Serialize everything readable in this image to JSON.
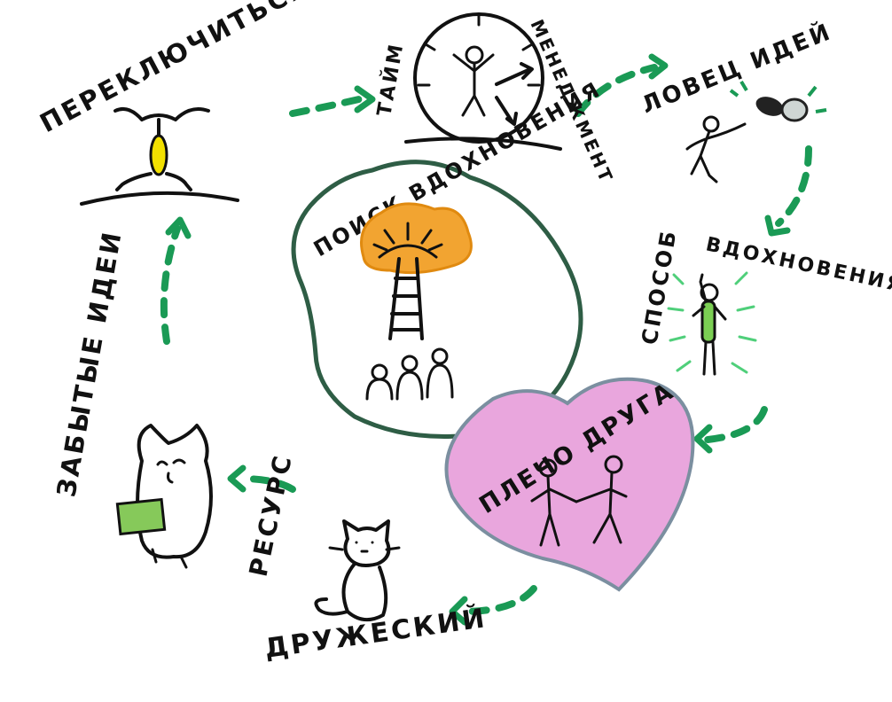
{
  "nodes": {
    "switch": "ПЕРЕКЛЮЧИТЬСЯ",
    "time_mgmt_a": "ТАЙМ",
    "time_mgmt_b": "МЕНЕДЖМЕНТ",
    "idea_catcher": "ЛОВЕЦ ИДЕЙ",
    "search_inspiration_a": "ПОИСК ВДОХНОВЕНИЯ",
    "way_a": "СПОСОБ",
    "way_b": "ВДОХНОВЕНИЯ",
    "shoulder": "ПЛЕЧО ДРУГА",
    "forgotten": "ЗАБЫТЫЕ ИДЕИ",
    "resource_a": "РЕСУРС",
    "resource_b": "ДРУЖЕСКИЙ"
  },
  "colors": {
    "arrow": "#1a9a55",
    "cloud_outline": "#2e5d45",
    "heart_fill": "#e9a6dd",
    "heart_outline": "#7b8fa0",
    "burst": "#f2a431",
    "note_paper": "#86c95a",
    "glow": "#4fcf7a"
  }
}
